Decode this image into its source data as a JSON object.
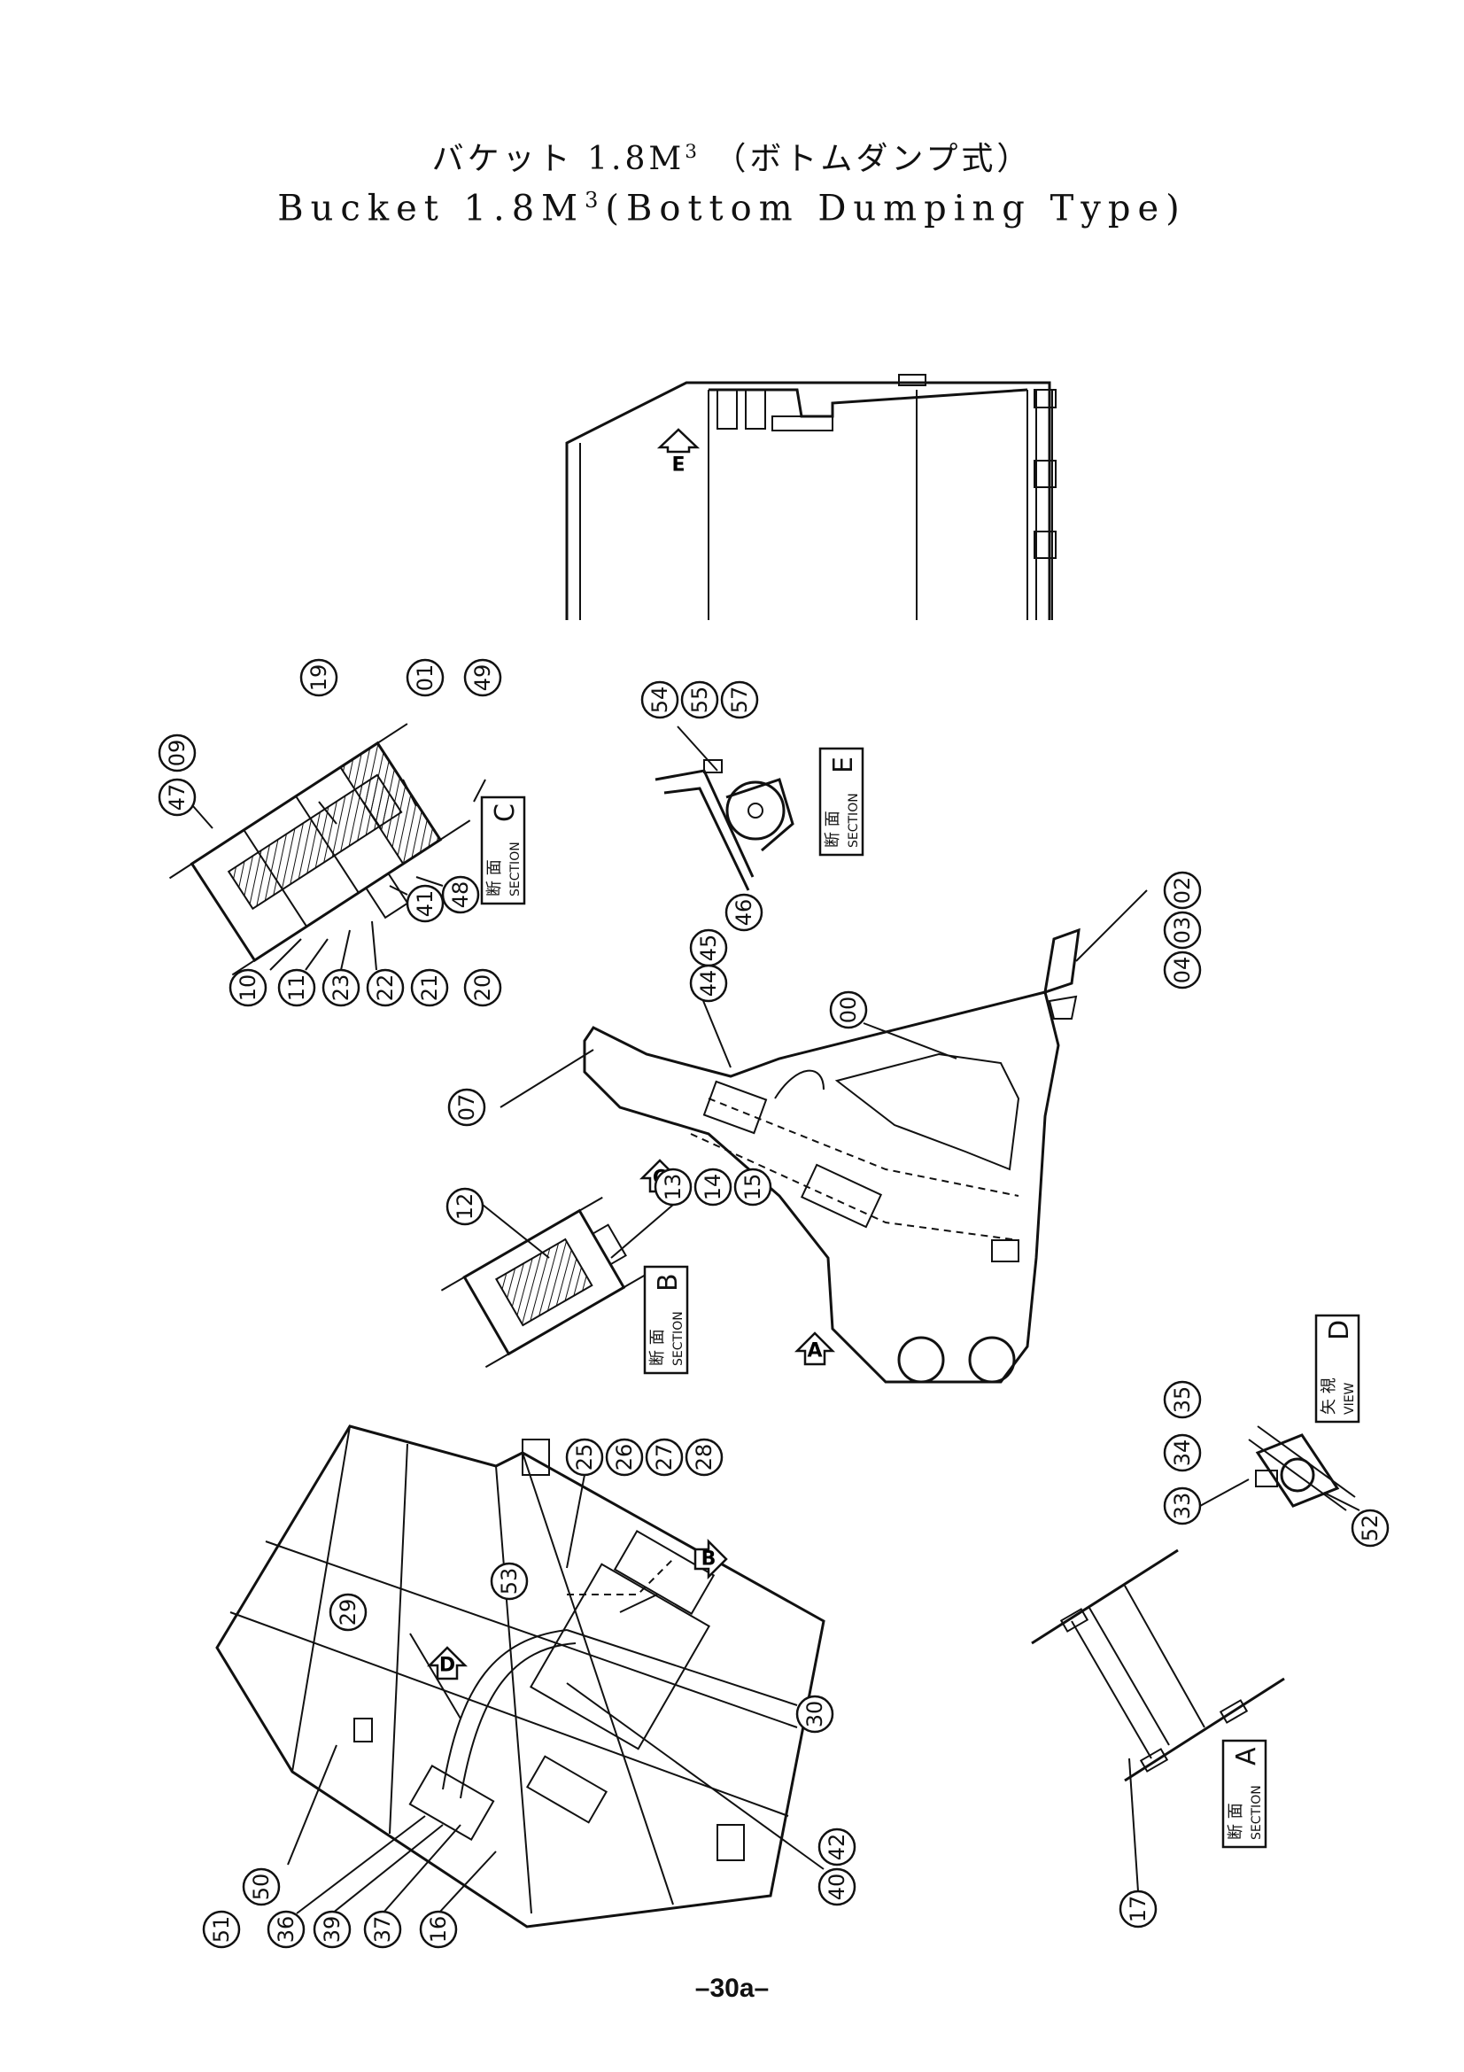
{
  "title": {
    "jp": "バケット 1.8M",
    "jp_sup": "3",
    "jp_suffix": " （ボトムダンプ式）",
    "en": "Bucket  1.8M",
    "en_sup": "3",
    "en_suffix": "(Bottom  Dumping  Type)"
  },
  "page_number": "–30a–",
  "section_labels": {
    "C": {
      "jp": "断 面",
      "en": "SECTION",
      "letter": "C"
    },
    "E": {
      "jp": "断 面",
      "en": "SECTION",
      "letter": "E"
    },
    "B": {
      "jp": "断 面",
      "en": "SECTION",
      "letter": "B"
    },
    "D": {
      "jp": "矢 視",
      "en": "VIEW",
      "letter": "D"
    },
    "A": {
      "jp": "断 面",
      "en": "SECTION",
      "letter": "A"
    }
  },
  "view_arrows": {
    "top_view": "E",
    "arm_c": "C",
    "arm_a": "A",
    "bucket_b": "B",
    "bucket_d": "D"
  },
  "callouts": {
    "sec_c": [
      "47",
      "09",
      "19",
      "01",
      "49",
      "48",
      "41",
      "20",
      "21",
      "22",
      "23",
      "11",
      "10"
    ],
    "sec_e": [
      "54",
      "55",
      "57"
    ],
    "arm": [
      "02",
      "03",
      "04",
      "00",
      "46",
      "45",
      "44",
      "07"
    ],
    "sec_b": [
      "12",
      "13",
      "14",
      "15"
    ],
    "view_d": [
      "35",
      "34",
      "33",
      "52"
    ],
    "bucket": [
      "25",
      "26",
      "27",
      "28",
      "53",
      "29",
      "30",
      "42",
      "40",
      "50",
      "51",
      "36",
      "39",
      "37",
      "16"
    ],
    "sec_a": [
      "17"
    ]
  }
}
